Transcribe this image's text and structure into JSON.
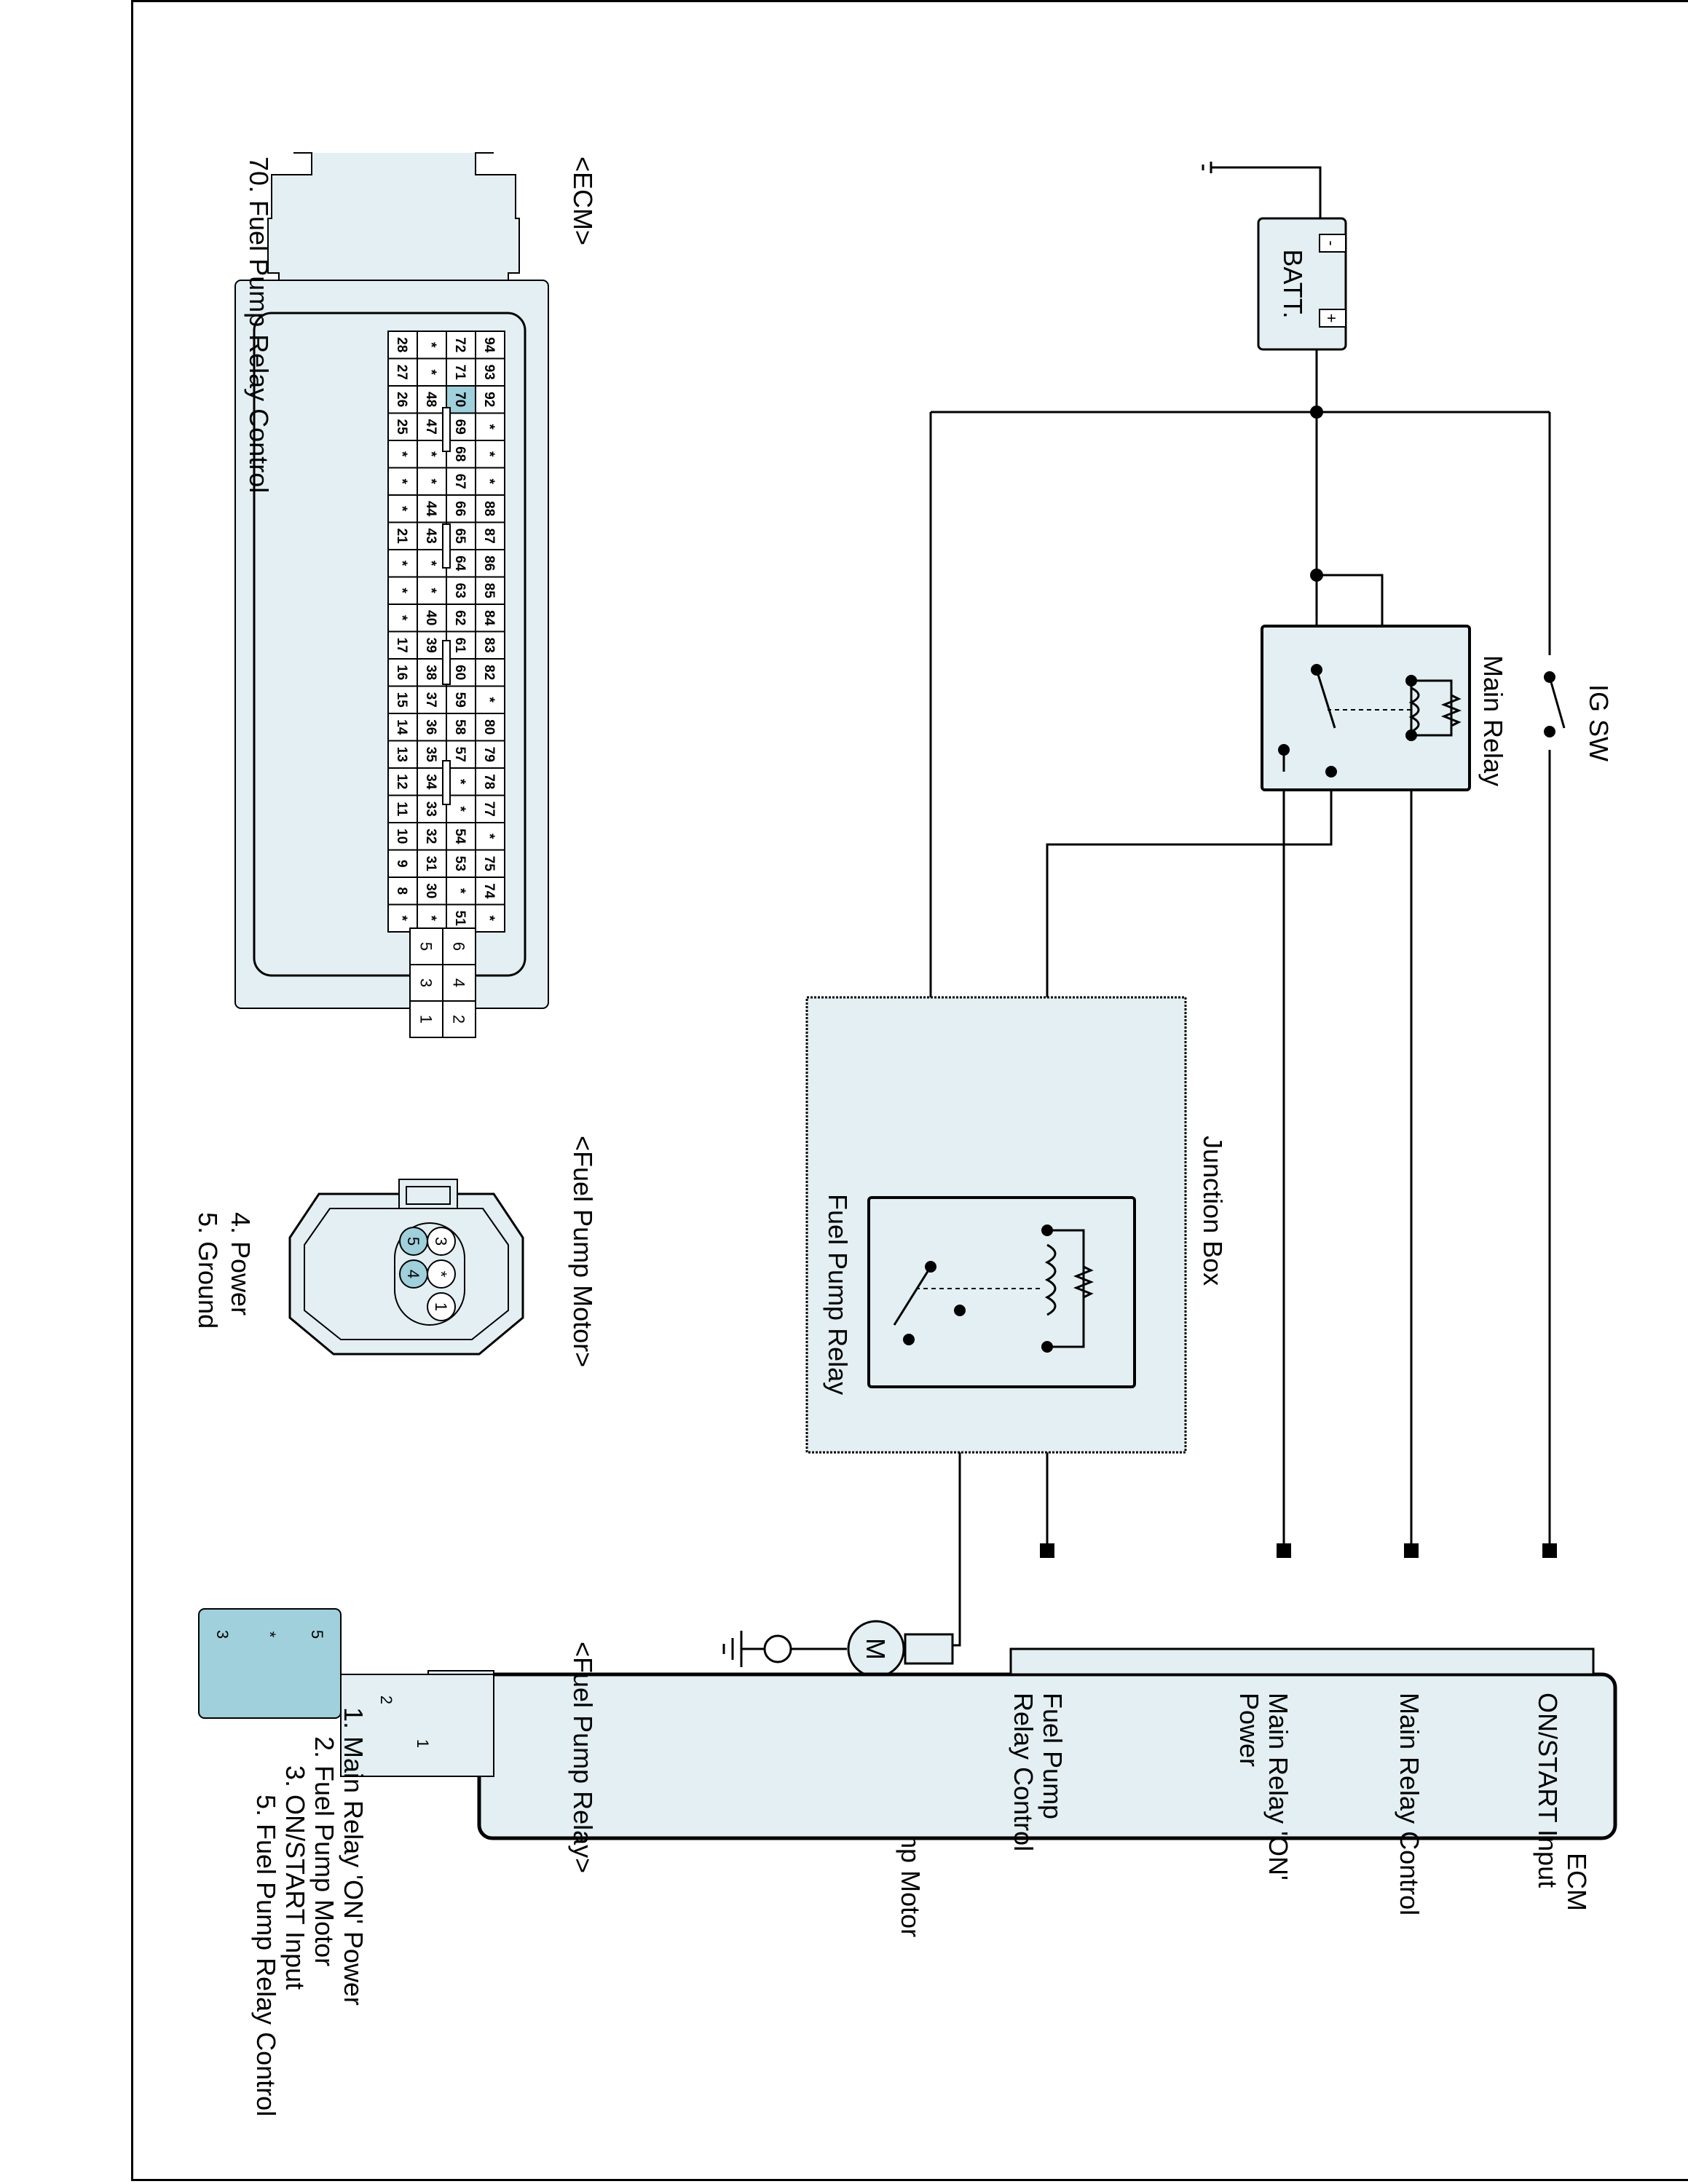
{
  "labels": {
    "ig_sw": "IG SW",
    "batt": "BATT.",
    "batt_minus": "-",
    "batt_plus": "+",
    "main_relay": "Main Relay",
    "junction_box": "Junction Box",
    "fuel_pump_relay": "Fuel Pump Relay",
    "fuel_pump_motor": "Fuel Pump Motor",
    "motor_symbol": "M",
    "ecm": "ECM"
  },
  "ecm_pins": [
    {
      "line1": "ON/START Input",
      "line2": ""
    },
    {
      "line1": "Main Relay Control",
      "line2": ""
    },
    {
      "line1": "Main Relay 'ON'",
      "line2": "Power"
    },
    {
      "line1": "Fuel Pump",
      "line2": "Relay Control"
    }
  ],
  "connectors": {
    "ecm": {
      "title": "<ECM>",
      "caption": "70. Fuel Pump Relay Control",
      "highlight_pin": "70",
      "rows": [
        [
          "94",
          "93",
          "92",
          "*",
          "*",
          "*",
          "88",
          "87",
          "86",
          "85",
          "84",
          "83",
          "82",
          "*",
          "80",
          "79",
          "78",
          "77",
          "*",
          "75",
          "74",
          "*"
        ],
        [
          "72",
          "71",
          "70",
          "69",
          "68",
          "67",
          "66",
          "65",
          "64",
          "63",
          "62",
          "61",
          "60",
          "59",
          "58",
          "57",
          "*",
          "*",
          "54",
          "53",
          "*",
          "51"
        ],
        [
          "*",
          "*",
          "48",
          "47",
          "*",
          "*",
          "44",
          "43",
          "*",
          "*",
          "40",
          "39",
          "38",
          "37",
          "36",
          "35",
          "34",
          "33",
          "32",
          "31",
          "30",
          "*"
        ],
        [
          "28",
          "27",
          "26",
          "25",
          "*",
          "*",
          "*",
          "21",
          "*",
          "*",
          "*",
          "17",
          "16",
          "15",
          "14",
          "13",
          "12",
          "11",
          "10",
          "9",
          "8",
          "*"
        ]
      ],
      "small_block": [
        [
          "6",
          "5"
        ],
        [
          "4",
          "3"
        ],
        [
          "2",
          "1"
        ]
      ]
    },
    "fuel_pump_motor": {
      "title": "<Fuel Pump Motor>",
      "pins": [
        "3",
        "*",
        "1",
        "5",
        "4"
      ],
      "legend": [
        "4. Power",
        "5. Ground"
      ]
    },
    "fuel_pump_relay": {
      "title": "<Fuel Pump Relay>",
      "pins": [
        "1",
        "2",
        "5",
        "*",
        "3"
      ],
      "legend": [
        "1. Main Relay 'ON' Power",
        "2. Fuel Pump Motor",
        "3. ON/START Input",
        "5. Fuel Pump Relay Control"
      ]
    }
  },
  "colors": {
    "fill": "#e3eff2",
    "pin_highlight": "#9fd0dc",
    "line": "#000000"
  }
}
